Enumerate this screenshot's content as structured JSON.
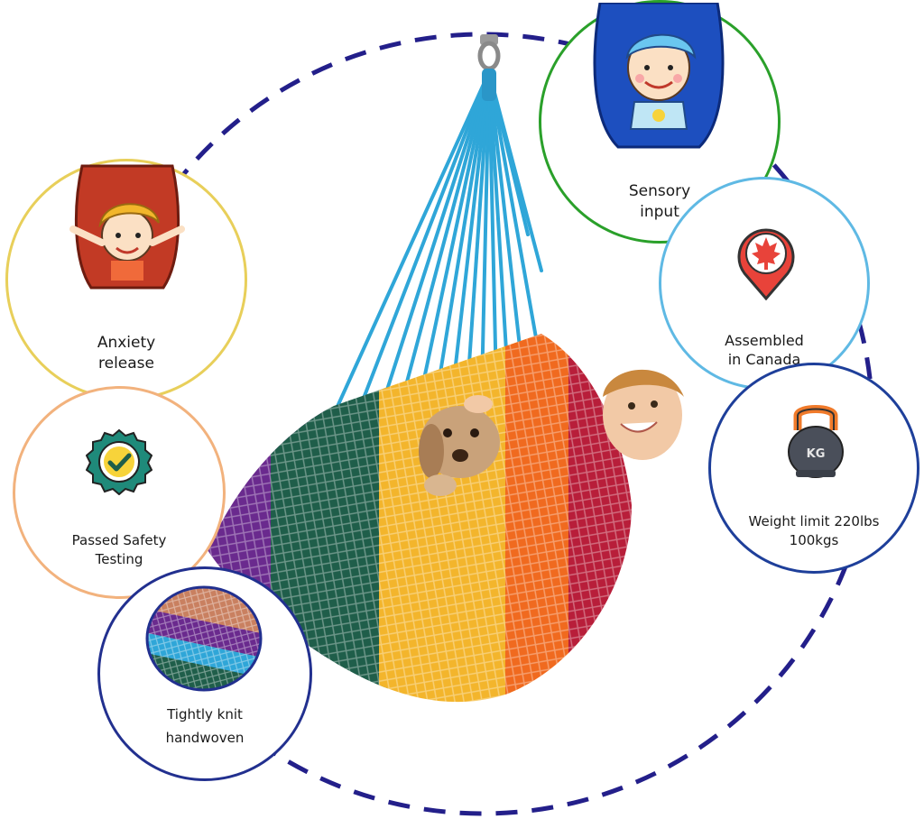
{
  "badges": {
    "sensory": {
      "line1": "Sensory",
      "line2": "input",
      "icon": "child-in-swing-icon",
      "ring_color": "#2aa02a"
    },
    "anxiety": {
      "line1": "Anxiety",
      "line2": "release",
      "icon": "child-in-hammock-icon",
      "ring_color": "#e8cf5a"
    },
    "canada": {
      "line1": "Assembled",
      "line2": "in Canada",
      "icon": "maple-leaf-pin-icon",
      "ring_color": "#5fb9e4"
    },
    "safety": {
      "line1": "Passed Safety",
      "line2": "Testing",
      "icon": "checkmark-seal-icon",
      "ring_color": "#f2b27d"
    },
    "weight": {
      "line1": "Weight limit 220lbs",
      "line2": "100kgs",
      "icon": "kettlebell-icon",
      "ring_color": "#1e3f9a",
      "kettlebell_text": "KG"
    },
    "knit": {
      "line1": "Tightly knit",
      "line2": "handwoven",
      "icon": "woven-fabric-icon",
      "ring_color": "#22308f"
    }
  },
  "colors": {
    "dashed_circle": "#231f8a",
    "cord_blue": "#2fa6d8",
    "net_purple": "#6a2a8e",
    "net_green": "#1f5e4a",
    "net_yellow": "#f3b52c",
    "net_orange": "#f06a1f",
    "net_red": "#b81e3a"
  }
}
